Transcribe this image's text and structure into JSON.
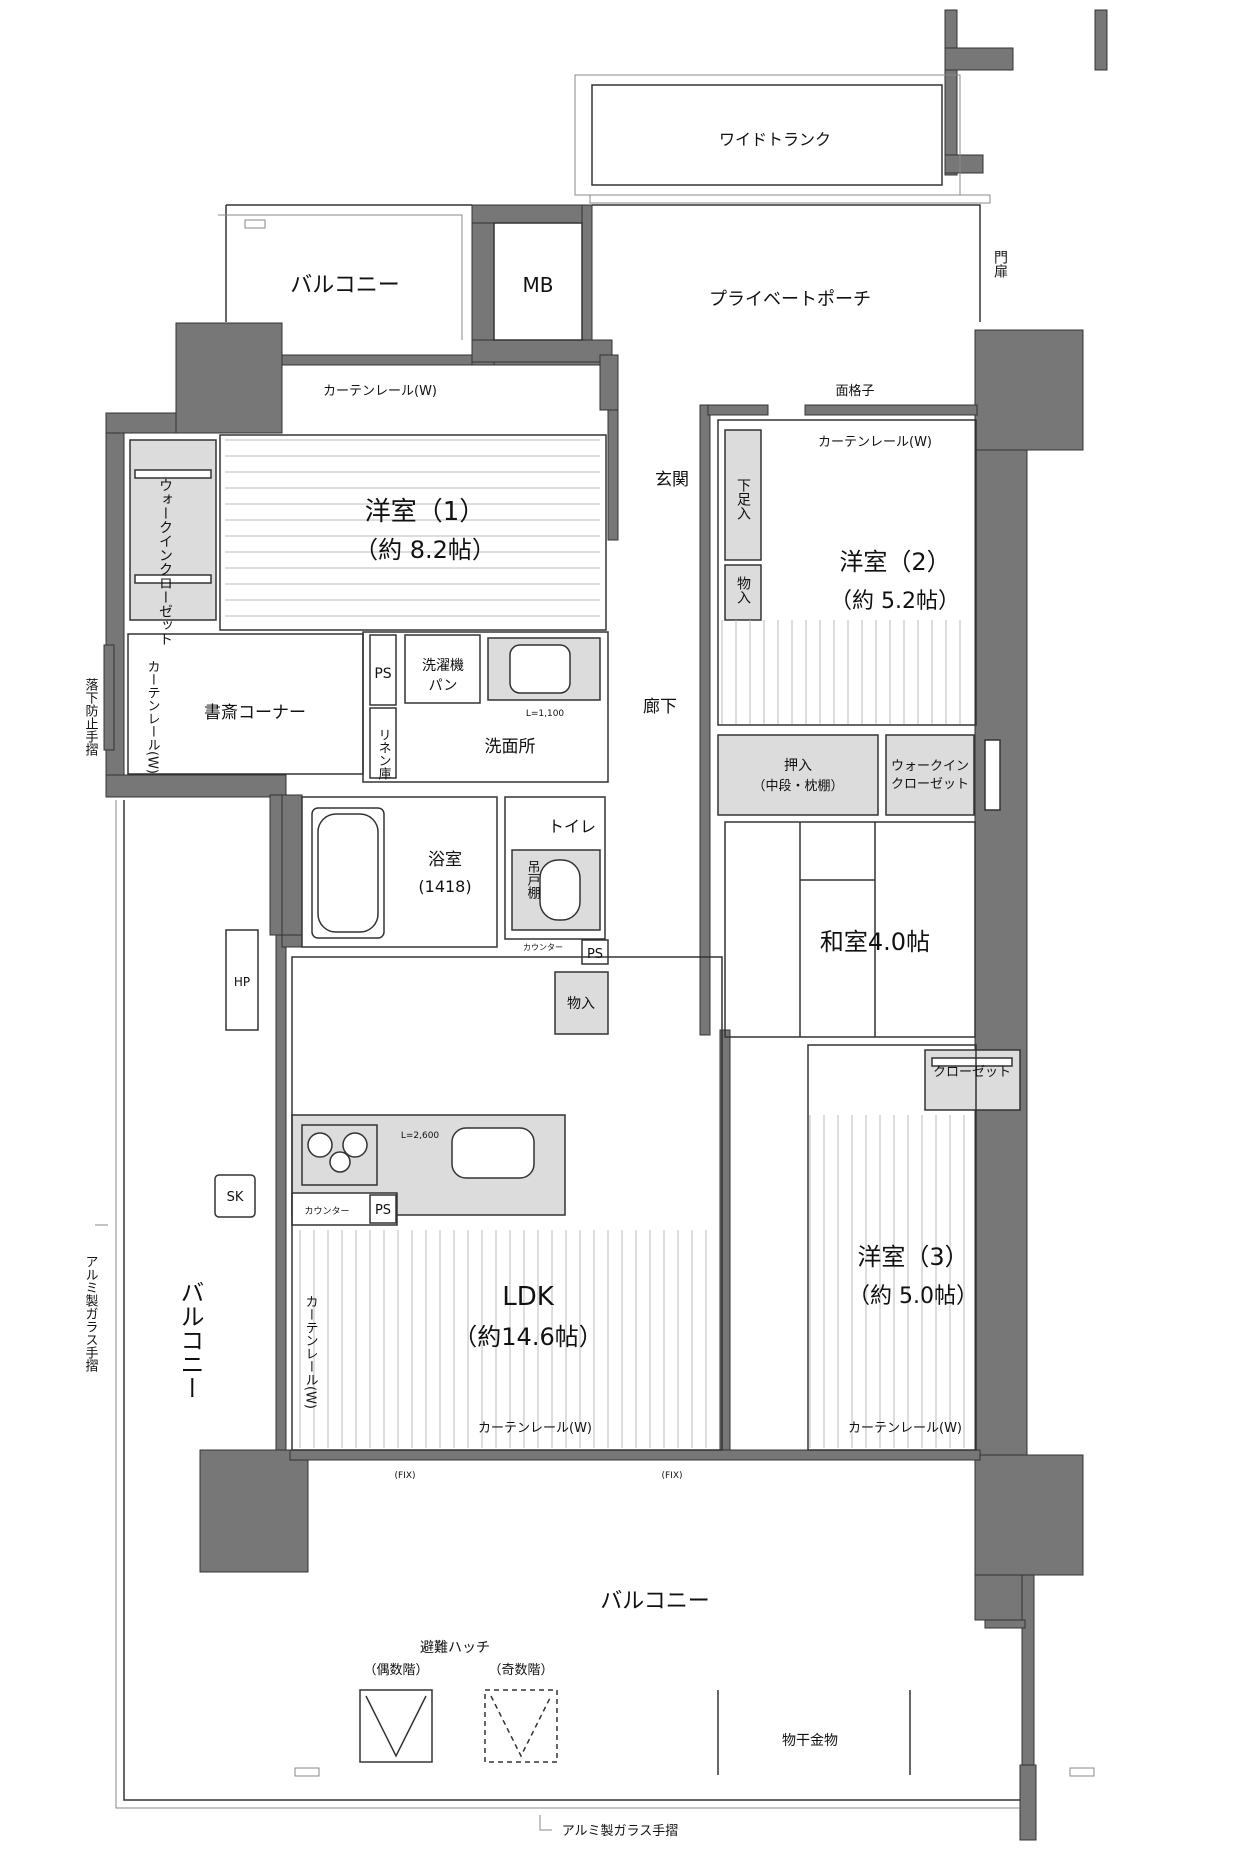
{
  "rooms": {
    "wide_trunk": "ワイドトランク",
    "private_porch": "プライベートポーチ",
    "gate_door": "門扉",
    "balcony_top": "バルコニー",
    "mb": "MB",
    "lattice": "面格子",
    "curtain_rail_w": "カーテンレール(W)",
    "western1_name": "洋室（1）",
    "western1_size": "（約 8.2帖）",
    "walkin_closet_v": "ウォークインクローゼット",
    "study_corner": "書斎コーナー",
    "fall_guard": "落下防止手摺",
    "entrance": "玄関",
    "shoe_storage": "下足入",
    "storage": "物入",
    "western2_name": "洋室（2）",
    "western2_size": "（約 5.2帖）",
    "ps": "PS",
    "washer_pan_1": "洗濯機",
    "washer_pan_2": "パン",
    "l1100": "L=1,100",
    "linen": "リネン庫",
    "washroom": "洗面所",
    "hallway": "廊下",
    "oshiire_1": "押入",
    "oshiire_2": "（中段・枕棚）",
    "walkin_closet_h1": "ウォークイン",
    "walkin_closet_h2": "クローゼット",
    "toilet": "トイレ",
    "hanging_shelf": "吊戸棚",
    "bath": "浴室",
    "bath_size": "(1418)",
    "counter": "カウンター",
    "washitsu": "和室4.0帖",
    "hp": "HP",
    "closet": "クローゼット",
    "l2600": "L=2,600",
    "sk": "SK",
    "balcony_left": "バルコニー",
    "alumi_rail": "アルミ製ガラス手摺",
    "western3_name": "洋室（3）",
    "western3_size": "（約 5.0帖）",
    "ldk_name": "LDK",
    "ldk_size": "（約14.6帖）",
    "fix": "(FIX)",
    "balcony_bottom": "バルコニー",
    "escape_hatch": "避難ハッチ",
    "even_floor": "（偶数階）",
    "odd_floor": "（奇数階）",
    "clothes_hanger": "物干金物"
  }
}
